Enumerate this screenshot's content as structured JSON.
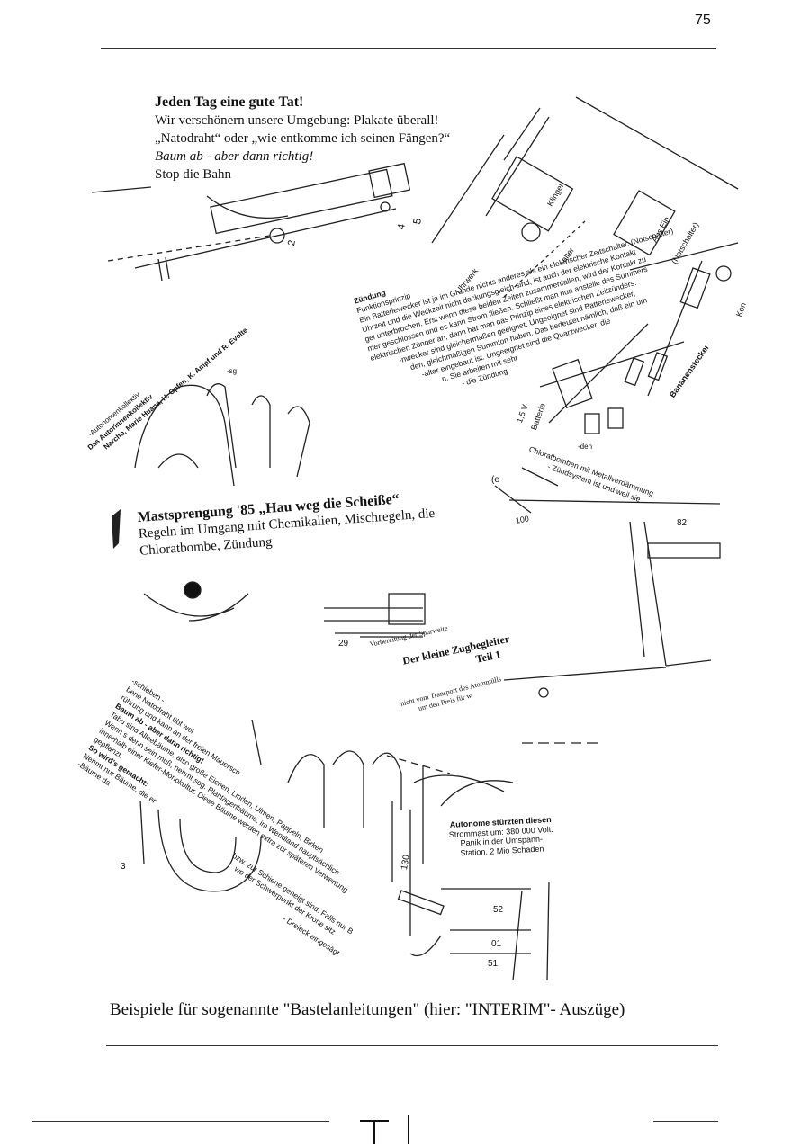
{
  "page": {
    "page_number": "75",
    "caption": "Beispiele für sogenannte \"Bastelanleitungen\" (hier: \"INTERIM\"- Auszüge)"
  },
  "header_block": {
    "title": "Jeden Tag eine gute Tat!",
    "lines": [
      "Wir verschönern unsere Umgebung: Plakate überall!",
      "„Natodraht“ oder „wie entkomme ich seinen Fängen?“",
      "Baum ab - aber dann richtig!",
      "Stop die Bahn"
    ]
  },
  "zuendung": {
    "heading": "Zündung",
    "lines": [
      "Funktionsprinzip",
      "Ein Batteriewecker ist ja im Grunde nichts anderes als ein elektrischer Zeitschalter. (Notschalter)",
      "Uhrzeit und die Weckzeit nicht deckungsgleich sind, ist auch der elektrische Kontakt",
      "gel unterbrochen. Erst wenn diese beiden Zeiten zusammenfallen, wird der Kontakt zu",
      "mer geschlossen und es kann Strom fließen. Schließt man nun anstelle des Summers",
      "elektrischen Zünder an, dann hat man das Prinzip eines elektrischen Zeitzünders.",
      "-nwecker sind gleichermaßen geeignet. Ungeeignet sind Batteriewecker,",
      "den, gleichmäßigen Summton haben. Das bedeutet nämlich, daß ein um",
      "-alter eingebaut ist. Ungeeignet sind die Quarzwecker, die",
      "n. Sie arbeiten mit sehr",
      "- die Zündung"
    ]
  },
  "diagram_labels": {
    "klingel": "Klingel",
    "aus_ein": "Aus Ein",
    "notschalter": "(Notschalter)",
    "uhrwerk": "Uhrwerk",
    "schalter": "-alter",
    "batterie": "Batterie",
    "batterie_voltage": "1,5 V",
    "bananenstecker": "Bananenstecker",
    "kon": "Kon",
    "num_5": "5",
    "num_4": "4",
    "num_2": "2",
    "num_29": "29",
    "num_100": "100",
    "num_82": "82",
    "num_130": "130",
    "num_52": "52",
    "num_01": "01",
    "num_51": "51",
    "num_3": "3",
    "num_e_paren": "(e",
    "sg_label": "-sg",
    "den": "-den"
  },
  "autoren": {
    "lines": [
      "-Autonomenkollektiv",
      "Das Autorinnenkollektiv",
      "Narcho, Marie Huana, H. Opfen, K. Ampf und R. Evolte"
    ]
  },
  "chlorat": {
    "lines": [
      "Chloratbomben mit Metallverdämmung",
      "- Zündsystem ist und weil sie"
    ]
  },
  "mast": {
    "title": "Mastsprengung '85 „Hau weg die Scheiße“",
    "line1": "Regeln im Umgang mit Chemikalien, Mischregeln, die",
    "line2": "Chloratbombe, Zündung"
  },
  "zugbegleiter": {
    "subtitle": "Vorbereitung der Spurweite",
    "title": "Der kleine Zugbegleiter",
    "part": "Teil 1",
    "transport_lines": [
      "nicht vom Transport des Atommülls",
      "um den Preis für w"
    ]
  },
  "baum": {
    "lines": [
      "-schieben -",
      "bene Natodraht übt wei",
      "rührung und kann an der freien Mauersch",
      "Baum ab - aber dann richtig!",
      "Tabu sind Alleebäume, also große Eichen, Linden, Ulmen, Pappeln, Birken",
      "Wenn s denn sein muß, nehmt sog. Plantagenbäume, im Wendland hauptsächlich",
      "innerhalb einer Kiefer-Monokultur. Diese Bäume werden extra zur späteren Verwertung",
      "gepflanzt.",
      "So wird's gemacht:",
      "Nehmt nur Bäume, die er",
      "-Bäume da"
    ],
    "side_lines": [
      "bzw. zur Schiene geneigt sind. Falls nur B",
      "wo der Schwerpunkt der Krone sitz",
      "- Dreieck eingesägt"
    ]
  },
  "autonome": {
    "line1": "Autonome stürzten diesen",
    "line2": "Strommast um: 380 000 Volt.",
    "line3": "Panik in der Umspann-",
    "line4": "Station. 2 Mio Schaden"
  }
}
